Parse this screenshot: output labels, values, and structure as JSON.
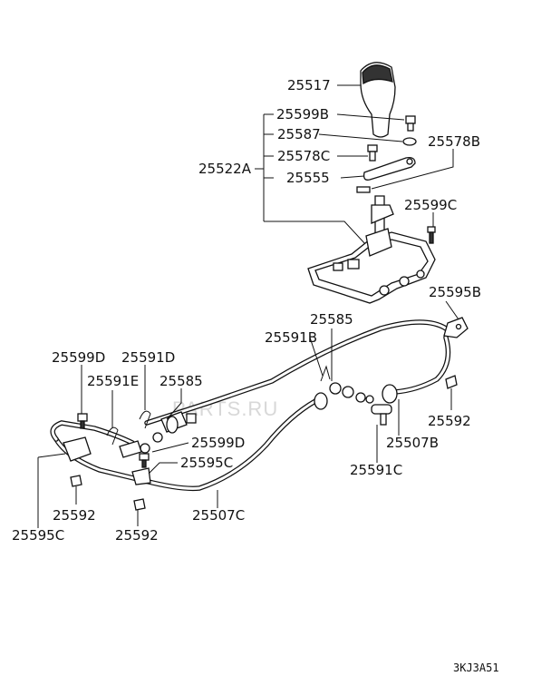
{
  "labels": {
    "p25517": "25517",
    "p25599B": "25599B",
    "p25587": "25587",
    "p25578B": "25578B",
    "p25578C": "25578C",
    "p25522A": "25522A",
    "p25555": "25555",
    "p25599C": "25599C",
    "p25595B": "25595B",
    "p25585_top": "25585",
    "p25591B": "25591B",
    "p25599D_top": "25599D",
    "p25591D": "25591D",
    "p25591E": "25591E",
    "p25585_left": "25585",
    "p25592_right": "25592",
    "p25599D_mid": "25599D",
    "p25507B": "25507B",
    "p25595C_mid": "25595C",
    "p25591C": "25591C",
    "p25592_left": "25592",
    "p25507C": "25507C",
    "p25595C_left": "25595C",
    "p25592_bottom": "25592"
  },
  "watermark": "PARTS.RU",
  "diagram_code": "3KJ3A51"
}
